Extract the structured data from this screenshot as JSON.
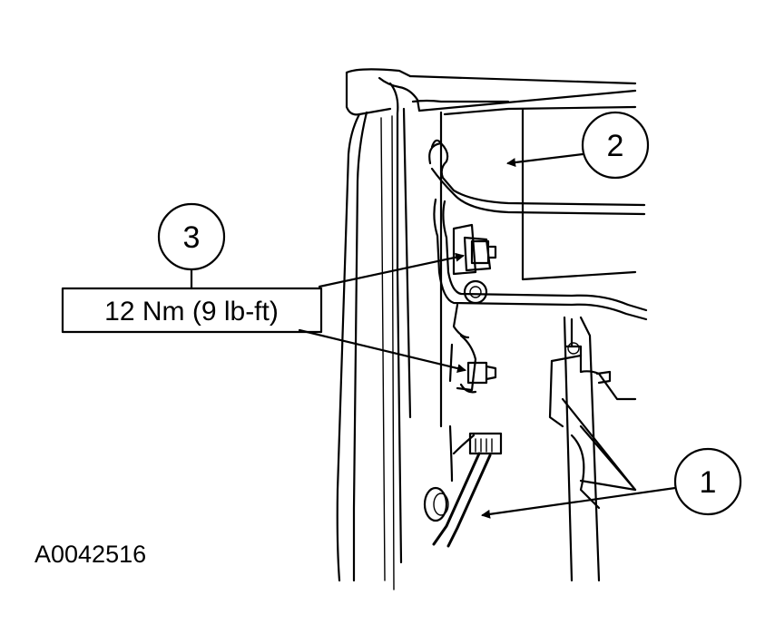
{
  "callouts": [
    {
      "number": "1"
    },
    {
      "number": "2"
    },
    {
      "number": "3"
    }
  ],
  "torque_label": "12 Nm (9 lb-ft)",
  "figure_id": "A0042516",
  "colors": {
    "ink": "#000000",
    "background": "#ffffff"
  }
}
